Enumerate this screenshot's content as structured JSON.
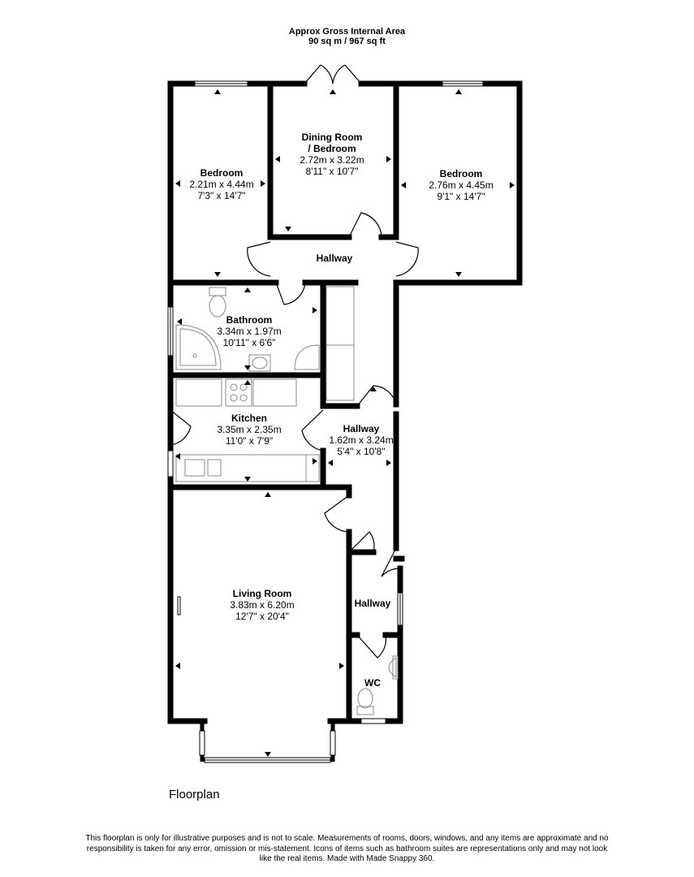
{
  "header": {
    "area_title": "Approx Gross Internal Area",
    "area_value": "90 sq m / 967 sq ft"
  },
  "rooms": {
    "bedroom_left": {
      "name": "Bedroom",
      "metric": "2.21m x 4.44m",
      "imperial": "7'3\" x 14'7\""
    },
    "dining": {
      "name_line1": "Dining Room",
      "name_line2": "/ Bedroom",
      "metric": "2.72m x 3.22m",
      "imperial": "8'11\" x 10'7\""
    },
    "bedroom_right": {
      "name": "Bedroom",
      "metric": "2.76m x 4.45m",
      "imperial": "9'1\" x 14'7\""
    },
    "hallway_top": {
      "name": "Hallway"
    },
    "bathroom": {
      "name": "Bathroom",
      "metric": "3.34m x 1.97m",
      "imperial": "10'11\" x 6'6\""
    },
    "kitchen": {
      "name": "Kitchen",
      "metric": "3.35m x 2.35m",
      "imperial": "11'0\" x 7'9\""
    },
    "hallway_mid": {
      "name": "Hallway",
      "metric": "1.62m x 3.24m",
      "imperial": "5'4\" x 10'8\""
    },
    "living": {
      "name": "Living Room",
      "metric": "3.83m x 6.20m",
      "imperial": "12'7\" x 20'4\""
    },
    "hallway_low": {
      "name": "Hallway"
    },
    "wc": {
      "name": "WC"
    }
  },
  "caption": "Floorplan",
  "disclaimer": "This floorplan is only for illustrative purposes and is not to scale. Measurements of rooms, doors, windows, and any items are approximate and no responsibility is taken for any error, omission or mis-statement. Icons of items such as bathroom suites are representations only and may not look like the real items. Made with Made Snappy 360.",
  "colors": {
    "wall": "#000000",
    "background": "#ffffff",
    "fixture": "#888888"
  }
}
